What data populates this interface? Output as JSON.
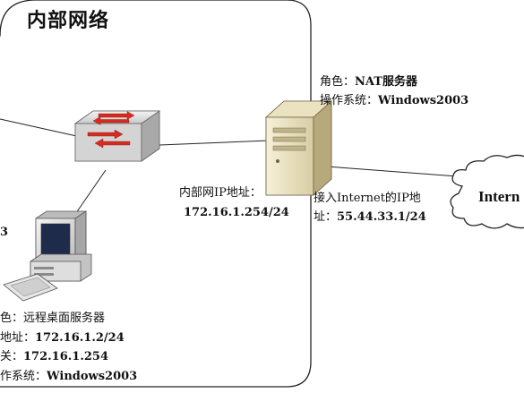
{
  "region": {
    "title": "内部网络"
  },
  "nat_server": {
    "role_label": "角色：",
    "role_value": "NAT服务器",
    "os_label": "操作系统：",
    "os_value": "Windows2003"
  },
  "internal_ip": {
    "label": "内部网IP地址：",
    "value": "172.16.1.254/24"
  },
  "external_ip": {
    "label_line1": "接入Internet的IP地",
    "label_line2_prefix": "址：",
    "value": "55.44.33.1/24"
  },
  "remote_desktop": {
    "partial_number": "3",
    "role_label": "色：",
    "role_value": "远程桌面服务器",
    "ip_label": "地址：",
    "ip_value": "172.16.1.2/24",
    "gateway_label": "关：",
    "gateway_value": "172.16.1.254",
    "os_label": "作系统：",
    "os_value": "Windows2003"
  },
  "cloud": {
    "label": "Intern"
  },
  "colors": {
    "switch_arrows": "#d62b1f",
    "device_body": "#d8d8d8",
    "server_body": "#efe7c9"
  }
}
